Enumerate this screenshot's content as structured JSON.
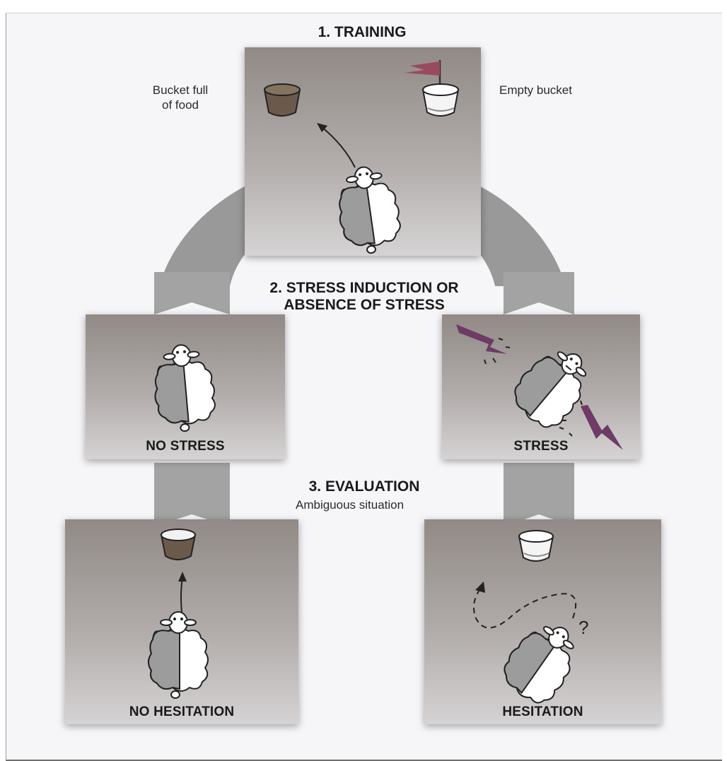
{
  "steps": {
    "training": "1. TRAINING",
    "stress_line1": "2. STRESS INDUCTION OR",
    "stress_line2": "ABSENCE OF STRESS",
    "evaluation": "3. EVALUATION",
    "evaluation_sub": "Ambiguous situation"
  },
  "labels": {
    "bucket_full": "Bucket full\nof food",
    "bucket_empty": "Empty bucket",
    "no_stress": "NO STRESS",
    "stress": "STRESS",
    "no_hesitation": "NO HESITATION",
    "hesitation": "HESITATION",
    "question_mark": "?"
  },
  "colors": {
    "flag": "#9a4a5e",
    "lightning": "#6e3a66",
    "food": "#6b5a4c",
    "connector": "#999999"
  }
}
